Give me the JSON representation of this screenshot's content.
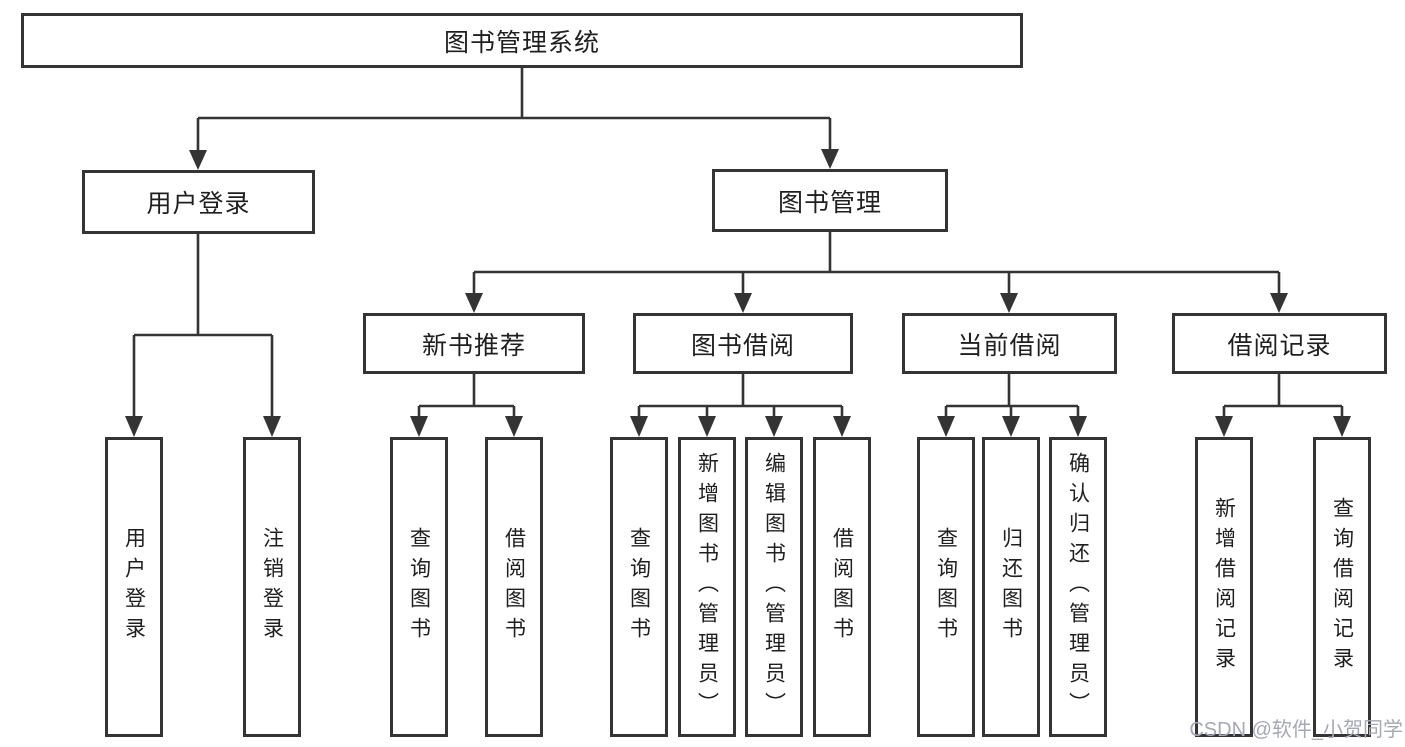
{
  "diagram": {
    "root": {
      "label": "图书管理系统"
    },
    "level2": [
      {
        "label": "用户登录"
      },
      {
        "label": "图书管理"
      }
    ],
    "level3": [
      {
        "label": "新书推荐"
      },
      {
        "label": "图书借阅"
      },
      {
        "label": "当前借阅"
      },
      {
        "label": "借阅记录"
      }
    ],
    "level4": [
      {
        "label": "用户登录"
      },
      {
        "label": "注销登录"
      },
      {
        "label": "查询图书"
      },
      {
        "label": "借阅图书"
      },
      {
        "label": "查询图书"
      },
      {
        "label": "新增图书（管理员）"
      },
      {
        "label": "编辑图书（管理员）"
      },
      {
        "label": "借阅图书"
      },
      {
        "label": "查询图书"
      },
      {
        "label": "归还图书"
      },
      {
        "label": "确认归还（管理员）"
      },
      {
        "label": "新增借阅记录"
      },
      {
        "label": "查询借阅记录"
      }
    ]
  },
  "watermark": {
    "text": "CSDN @软件_小贺同学"
  },
  "colors": {
    "line": "#343434",
    "text": "#1f1f1f",
    "box_background": "#ffffff",
    "watermark": "#a6a8b6"
  }
}
